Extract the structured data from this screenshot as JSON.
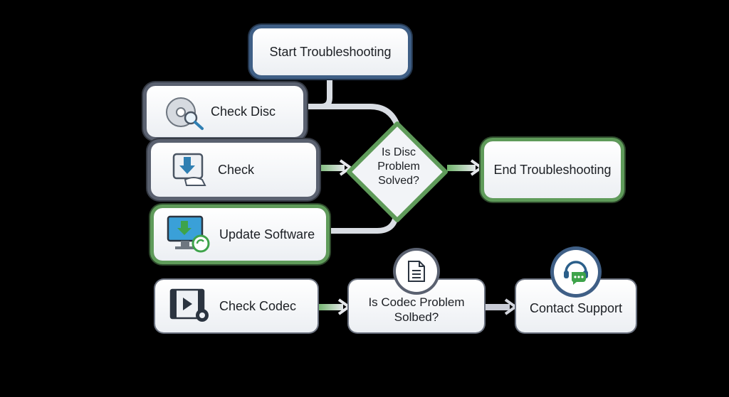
{
  "nodes": {
    "start": "Start Troubleshooting",
    "check_disc": "Check Disc",
    "check": "Check",
    "update_software": "Update Software",
    "end": "End Troubleshooting",
    "check_codec": "Check Codec",
    "contact_support": "Contact Support"
  },
  "decisions": {
    "disc": [
      "Is Disc",
      "Problem",
      "Solved?"
    ],
    "codec": [
      "Is Codec Problem",
      "Solbed?"
    ]
  },
  "colors": {
    "background": "#000000",
    "blue_border": "#3f5f86",
    "slate_border": "#5a6170",
    "green_border": "#5f9b5a",
    "connector": "#d9dde3",
    "arrow_green": "#6fb36a"
  },
  "icons": {
    "check_disc": "disc-magnifier-icon",
    "check": "download-tray-icon",
    "update_software": "monitor-update-icon",
    "check_codec": "film-gear-icon",
    "codec_decision": "document-icon",
    "contact_support": "support-headset-icon"
  }
}
